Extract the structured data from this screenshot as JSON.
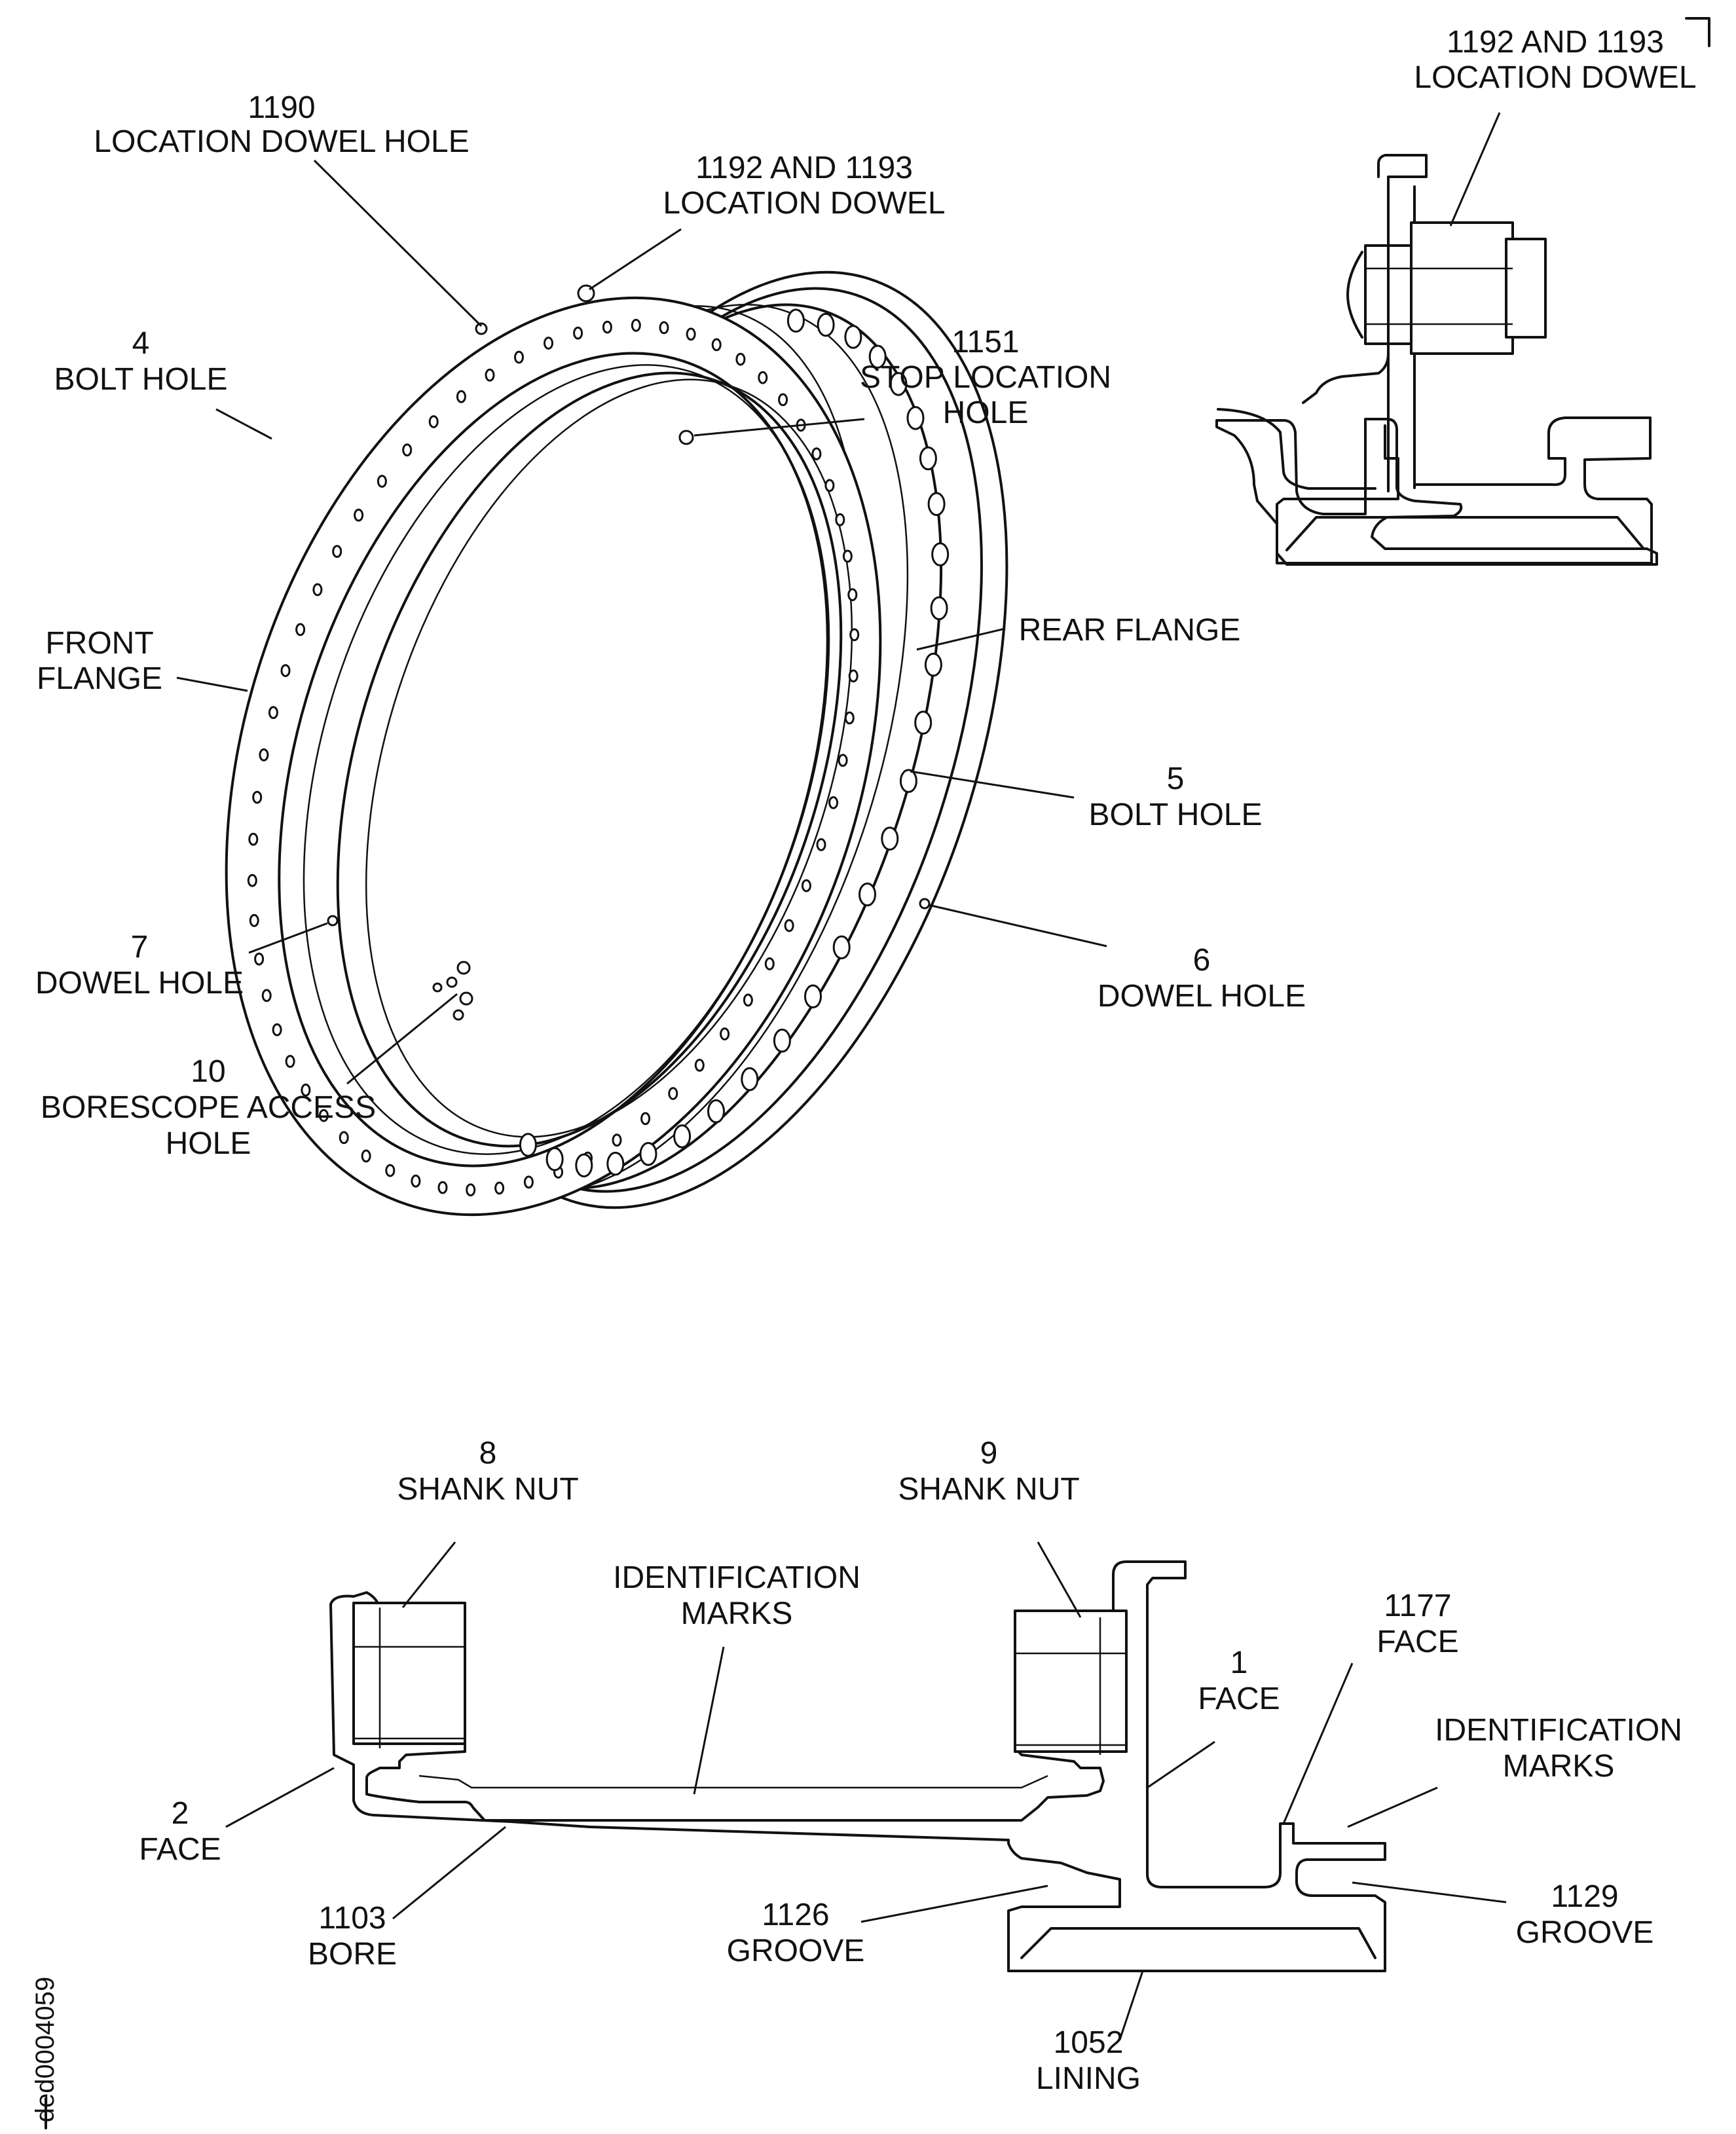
{
  "labels": {
    "location_dowel_hole": {
      "number": "1190",
      "name": "LOCATION DOWEL HOLE"
    },
    "location_dowel_main": {
      "number": "1192 AND 1193",
      "name": "LOCATION DOWEL"
    },
    "location_dowel_detail": {
      "number": "1192 AND 1193",
      "name": "LOCATION DOWEL"
    },
    "bolt_hole_4": {
      "number": "4",
      "name": "BOLT HOLE"
    },
    "stop_location_hole": {
      "number": "1151",
      "line1": "STOP LOCATION",
      "line2": "HOLE"
    },
    "front_flange": {
      "line1": "FRONT",
      "line2": "FLANGE"
    },
    "rear_flange": {
      "name": "REAR FLANGE"
    },
    "bolt_hole_5": {
      "number": "5",
      "name": "BOLT HOLE"
    },
    "dowel_hole_7": {
      "number": "7",
      "name": "DOWEL HOLE"
    },
    "dowel_hole_6": {
      "number": "6",
      "name": "DOWEL HOLE"
    },
    "borescope_access_hole": {
      "number": "10",
      "line1": "BORESCOPE ACCESS",
      "line2": "HOLE"
    },
    "shank_nut_8": {
      "number": "8",
      "name": "SHANK NUT"
    },
    "shank_nut_9": {
      "number": "9",
      "name": "SHANK NUT"
    },
    "identification_marks_center": {
      "line1": "IDENTIFICATION",
      "line2": "MARKS"
    },
    "identification_marks_right": {
      "line1": "IDENTIFICATION",
      "line2": "MARKS"
    },
    "face_1": {
      "number": "1",
      "name": "FACE"
    },
    "face_1177": {
      "number": "1177",
      "name": "FACE"
    },
    "face_2": {
      "number": "2",
      "name": "FACE"
    },
    "bore_1103": {
      "number": "1103",
      "name": "BORE"
    },
    "groove_1126": {
      "number": "1126",
      "name": "GROOVE"
    },
    "groove_1129": {
      "number": "1129",
      "name": "GROOVE"
    },
    "lining_1052": {
      "number": "1052",
      "name": "LINING"
    }
  },
  "figure_id": "ded0004059"
}
